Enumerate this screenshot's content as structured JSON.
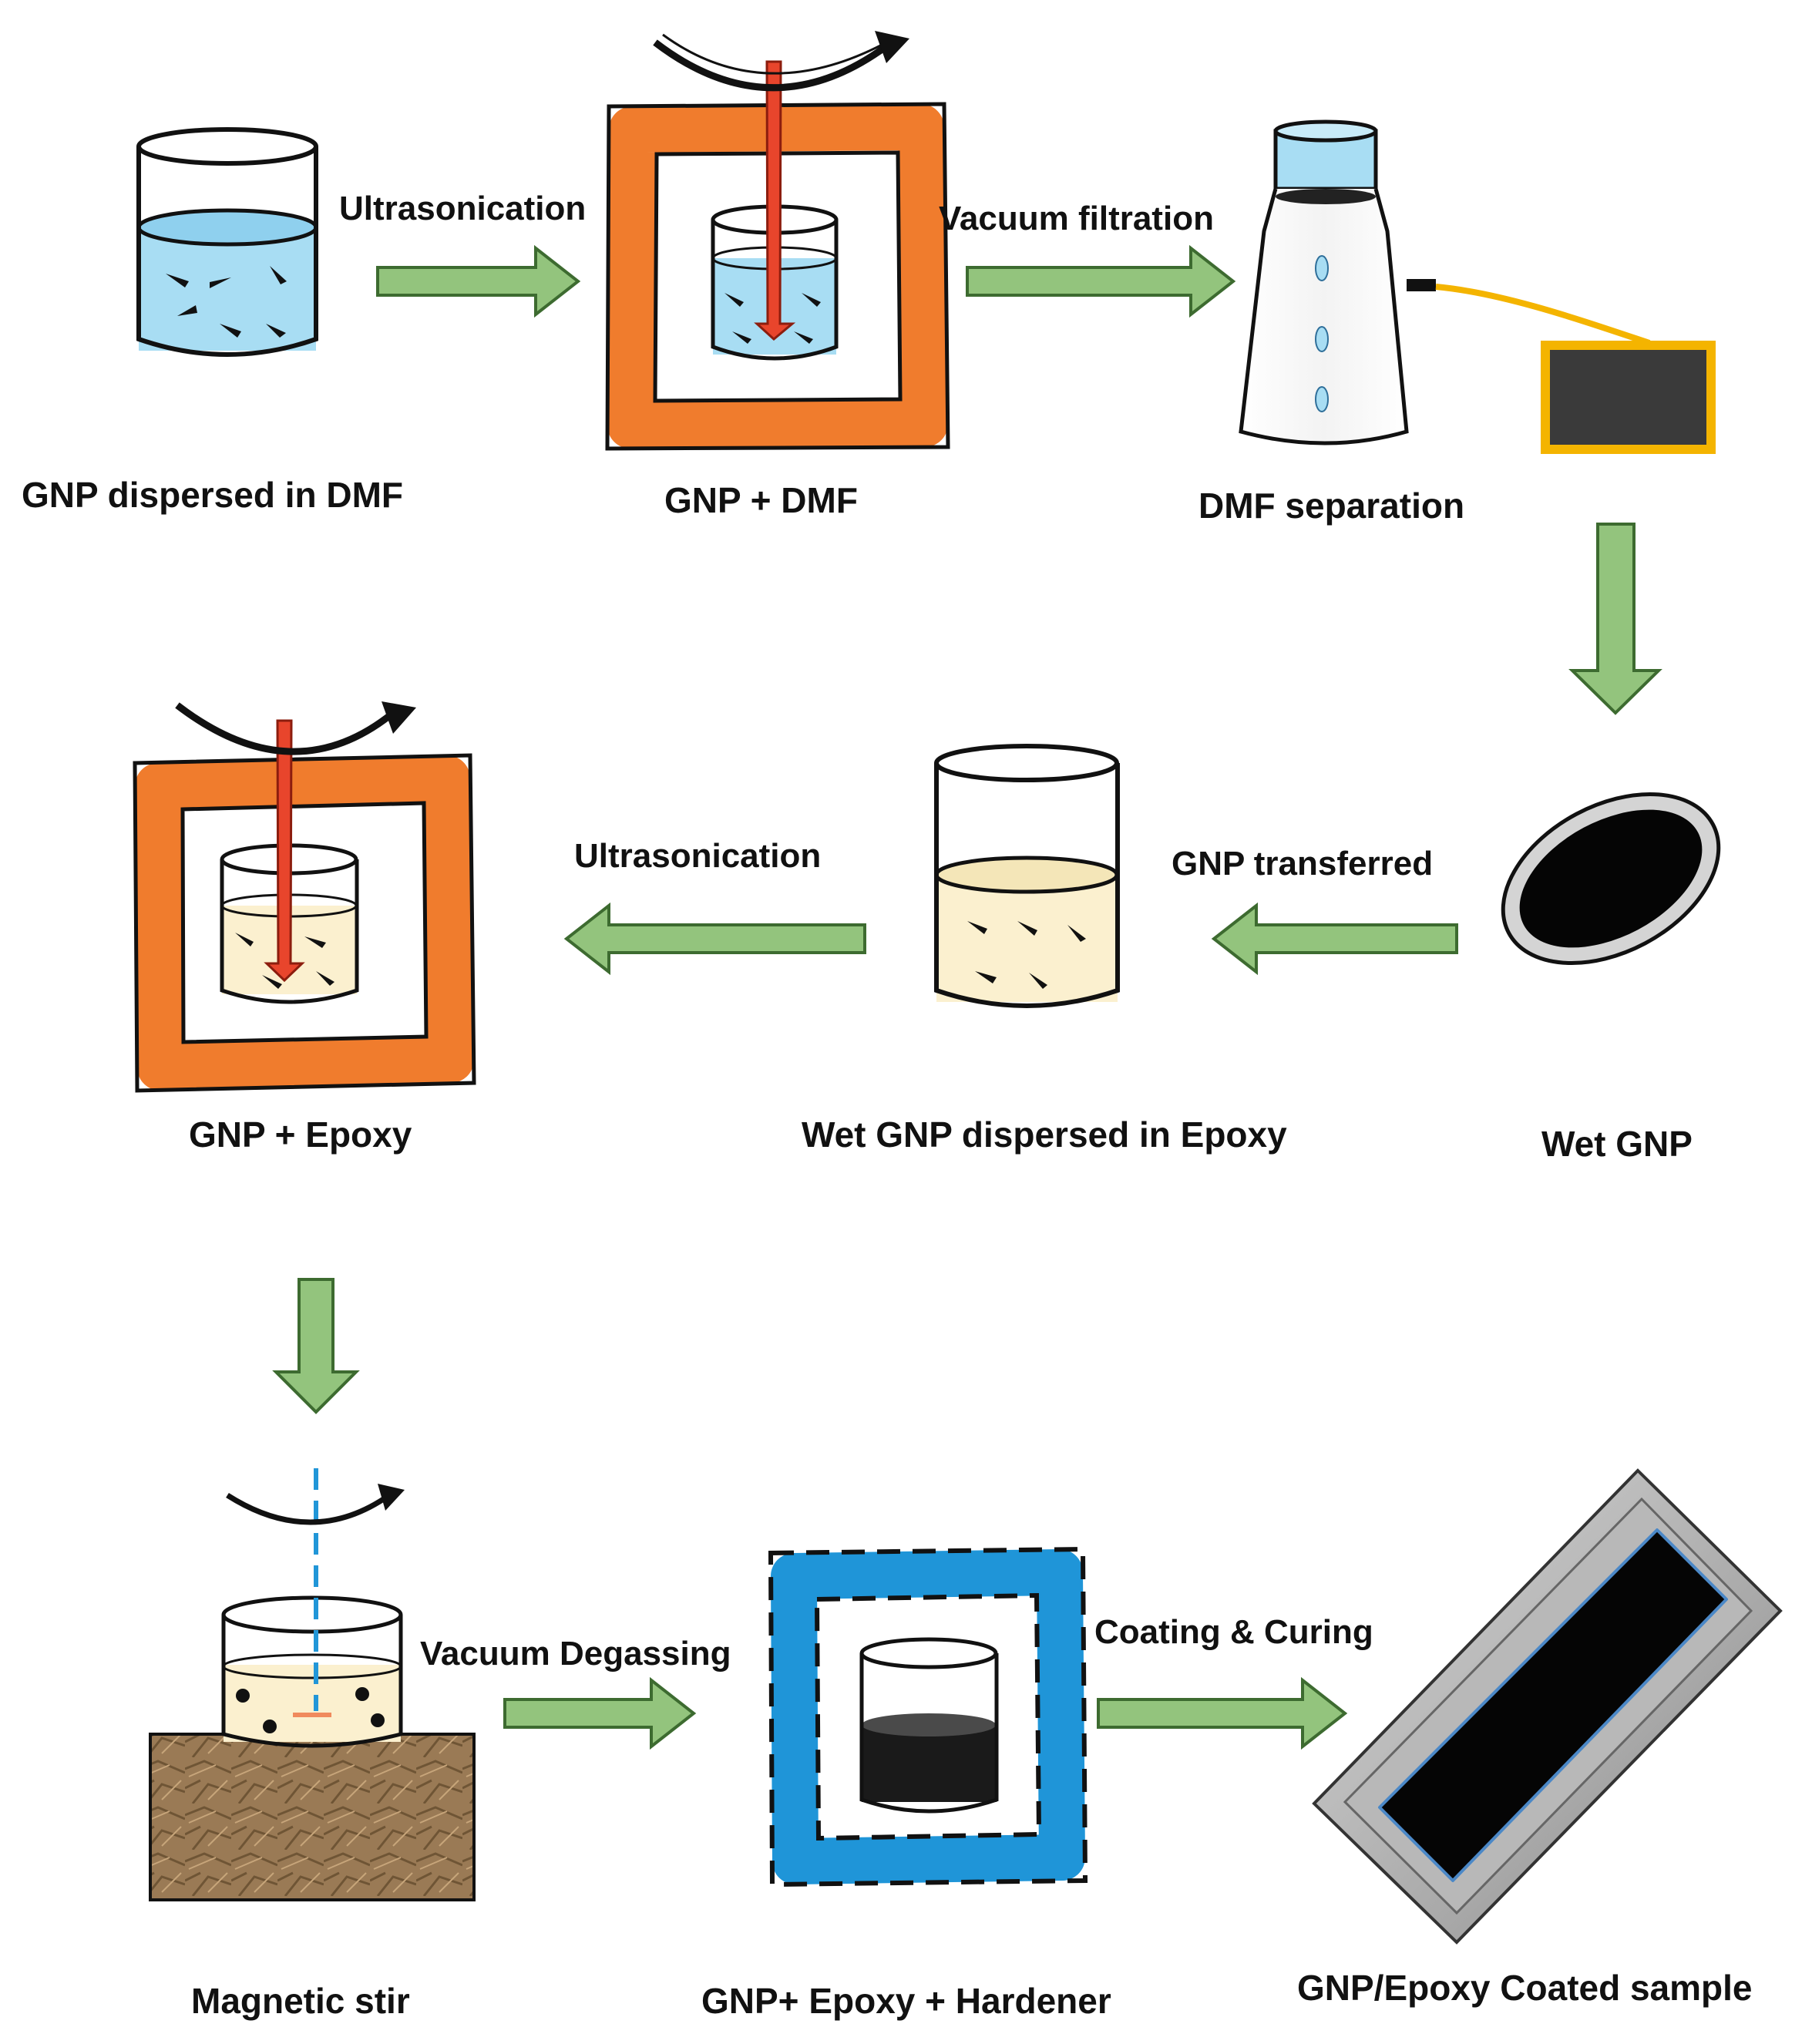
{
  "steps": {
    "gnp_dmf_dispersed": "GNP dispersed in DMF",
    "gnp_dmf": "GNP +  DMF",
    "dmf_separation": "DMF separation",
    "wet_gnp": "Wet GNP",
    "wet_gnp_epoxy": "Wet GNP dispersed in Epoxy",
    "gnp_epoxy": "GNP + Epoxy",
    "magnetic_stir": "Magnetic stir",
    "gnp_epoxy_hardener": "GNP+ Epoxy + Hardener",
    "coated_sample": "GNP/Epoxy Coated sample"
  },
  "arrows": {
    "ultrasonication_1": "Ultrasonication",
    "vacuum_filtration": "Vacuum filtration",
    "gnp_transferred": "GNP transferred",
    "ultrasonication_2": "Ultrasonication",
    "vacuum_degassing": "Vacuum Degassing",
    "coating_curing": "Coating & Curing"
  },
  "colors": {
    "arrow_fill": "#93c47d",
    "arrow_stroke": "#3d6b30",
    "dmf_liquid": "#a8ddf3",
    "epoxy_liquid": "#fbf0cf",
    "sonicator_frame": "#f07c2d",
    "degassing_frame": "#1f95d8",
    "probe": "#e8452c",
    "tray_gray": "#a7a7a7"
  }
}
